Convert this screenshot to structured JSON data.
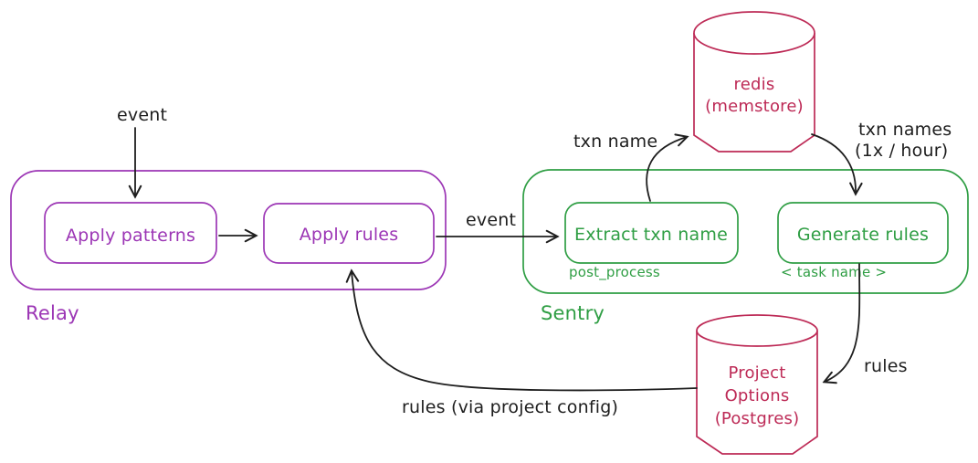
{
  "colors": {
    "purple": "#9c36b5",
    "green": "#2f9e44",
    "crimson": "#bd2a56",
    "ink": "#1e1e1e",
    "background": "#ffffff"
  },
  "relay": {
    "label": "Relay",
    "apply_patterns": "Apply patterns",
    "apply_rules": "Apply rules"
  },
  "sentry": {
    "label": "Sentry",
    "extract_txn_name": "Extract txn name",
    "extract_sub": "post_process",
    "generate_rules": "Generate rules",
    "generate_sub": "< task name >"
  },
  "redis": {
    "name": "redis",
    "subtitle": "(memstore)"
  },
  "project_options": {
    "line1": "Project",
    "line2": "Options",
    "line3": "(Postgres)"
  },
  "edges": {
    "event_in": "event",
    "event_relay_to_sentry": "event",
    "txn_name": "txn name",
    "txn_names_line1": "txn names",
    "txn_names_line2": "(1x / hour)",
    "rules": "rules",
    "rules_via_project_config": "rules (via project config)"
  }
}
